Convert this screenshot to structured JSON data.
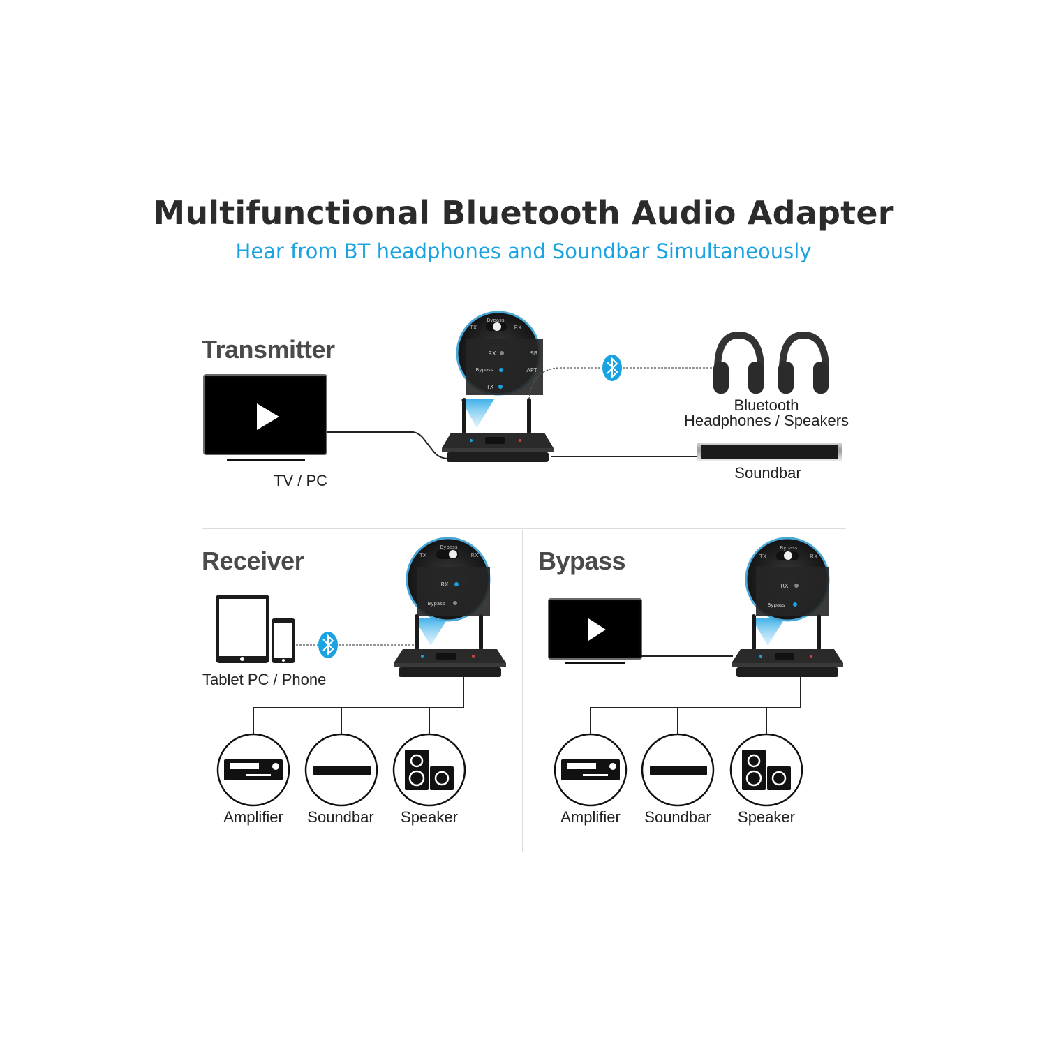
{
  "header": {
    "title": "Multifunctional Bluetooth Audio Adapter",
    "subtitle": "Hear from BT headphones and Soundbar Simultaneously"
  },
  "transmitter": {
    "heading": "Transmitter",
    "source_label": "TV / PC",
    "headphones_label_line1": "Bluetooth",
    "headphones_label_line2": "Headphones / Speakers",
    "soundbar_label": "Soundbar",
    "zoom_labels": {
      "bypass": "Bypass",
      "tx": "TX",
      "rx": "RX",
      "led_rx": "RX",
      "led_bypass": "Bypass",
      "led_tx": "TX",
      "led_sb": "SB",
      "led_apt": "APT"
    }
  },
  "receiver": {
    "heading": "Receiver",
    "source_label": "Tablet PC / Phone",
    "outputs": [
      "Amplifier",
      "Soundbar",
      "Speaker"
    ],
    "zoom_labels": {
      "bypass": "Bypass",
      "tx": "TX",
      "rx": "RX",
      "led_rx": "RX",
      "led_bypass": "Bypass"
    }
  },
  "bypass": {
    "heading": "Bypass",
    "outputs": [
      "Amplifier",
      "Soundbar",
      "Speaker"
    ],
    "zoom_labels": {
      "bypass": "Bypass",
      "tx": "TX",
      "rx": "RX",
      "led_rx": "RX",
      "led_bypass": "Bypass"
    }
  },
  "colors": {
    "accent_blue": "#1aa3e0",
    "led_blue": "#1aa3e0",
    "device_dark": "#1e1e1e",
    "zoom_ring": "#4aa8d8"
  },
  "icons": [
    "play-icon",
    "bluetooth-icon",
    "headphones-icon",
    "amplifier-icon",
    "soundbar-icon",
    "speaker-icon",
    "tablet-icon",
    "phone-icon"
  ]
}
